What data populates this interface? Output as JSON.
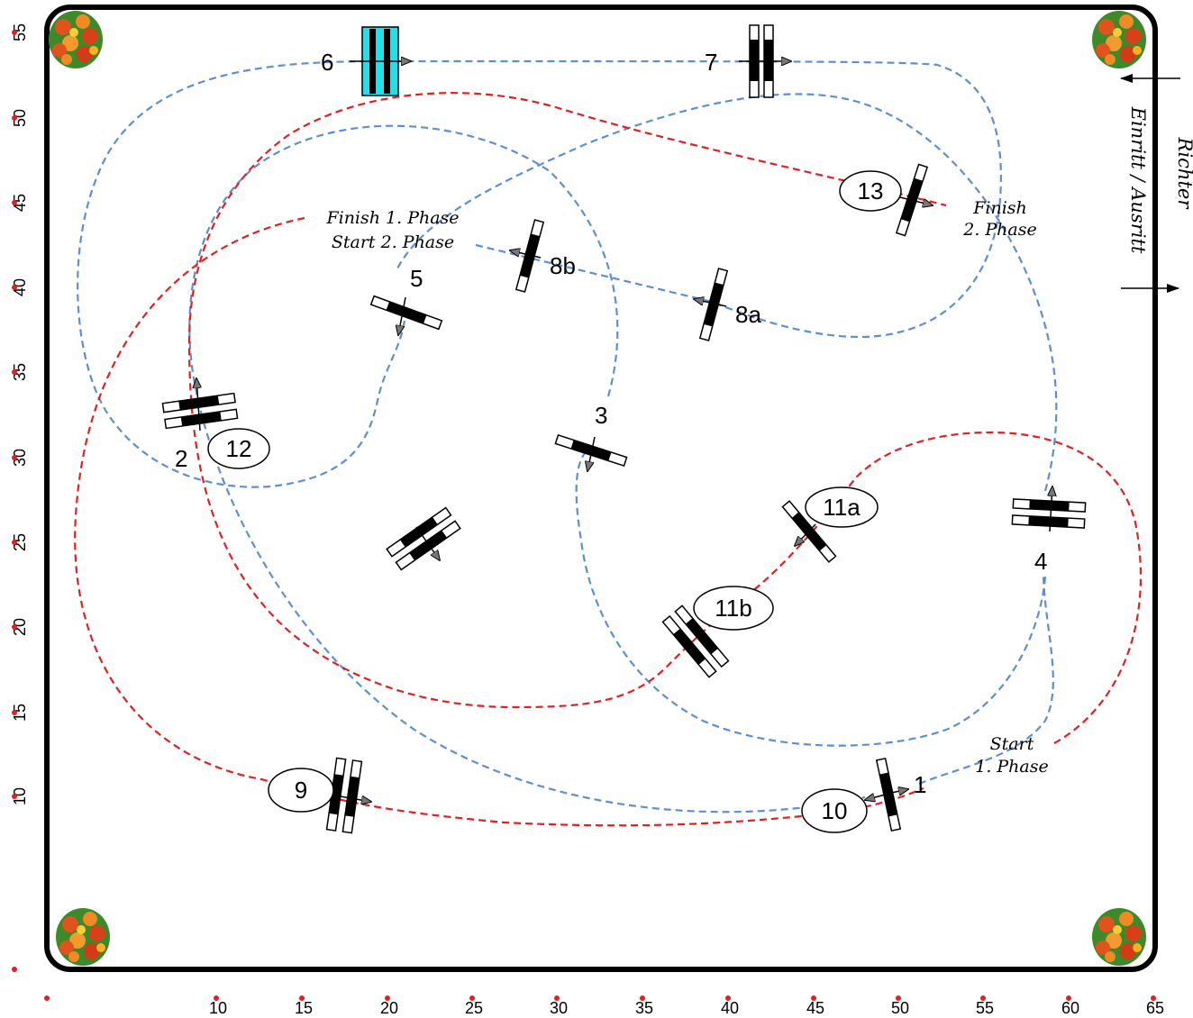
{
  "axes": {
    "y_ticks": [
      "55",
      "50",
      "45",
      "40",
      "35",
      "30",
      "25",
      "20",
      "15",
      "10"
    ],
    "x_ticks": [
      "10",
      "15",
      "20",
      "25",
      "30",
      "35",
      "40",
      "45",
      "50",
      "55",
      "60",
      "65"
    ]
  },
  "obstacles": {
    "o1": "1",
    "o2": "2",
    "o3": "3",
    "o4": "4",
    "o5": "5",
    "o6": "6",
    "o7": "7",
    "o8a": "8a",
    "o8b": "8b",
    "o9": "9",
    "o10": "10",
    "o11a": "11a",
    "o11b": "11b",
    "o12": "12",
    "o13": "13"
  },
  "labels": {
    "finish1_line1": "Finish 1. Phase",
    "finish1_line2": "Start 2. Phase",
    "finish2_line1": "Finish",
    "finish2_line2": "2. Phase",
    "start1_line1": "Start",
    "start1_line2": "1. Phase",
    "richter": "Richter",
    "einritt": "Einritt / Ausritt"
  },
  "colors": {
    "phase1_path": "#e31f1f",
    "phase2_path": "#5b8fd6",
    "arena_border": "#000000",
    "axis_dot": "#e31f1f",
    "water_jump": "#20e0e8"
  }
}
